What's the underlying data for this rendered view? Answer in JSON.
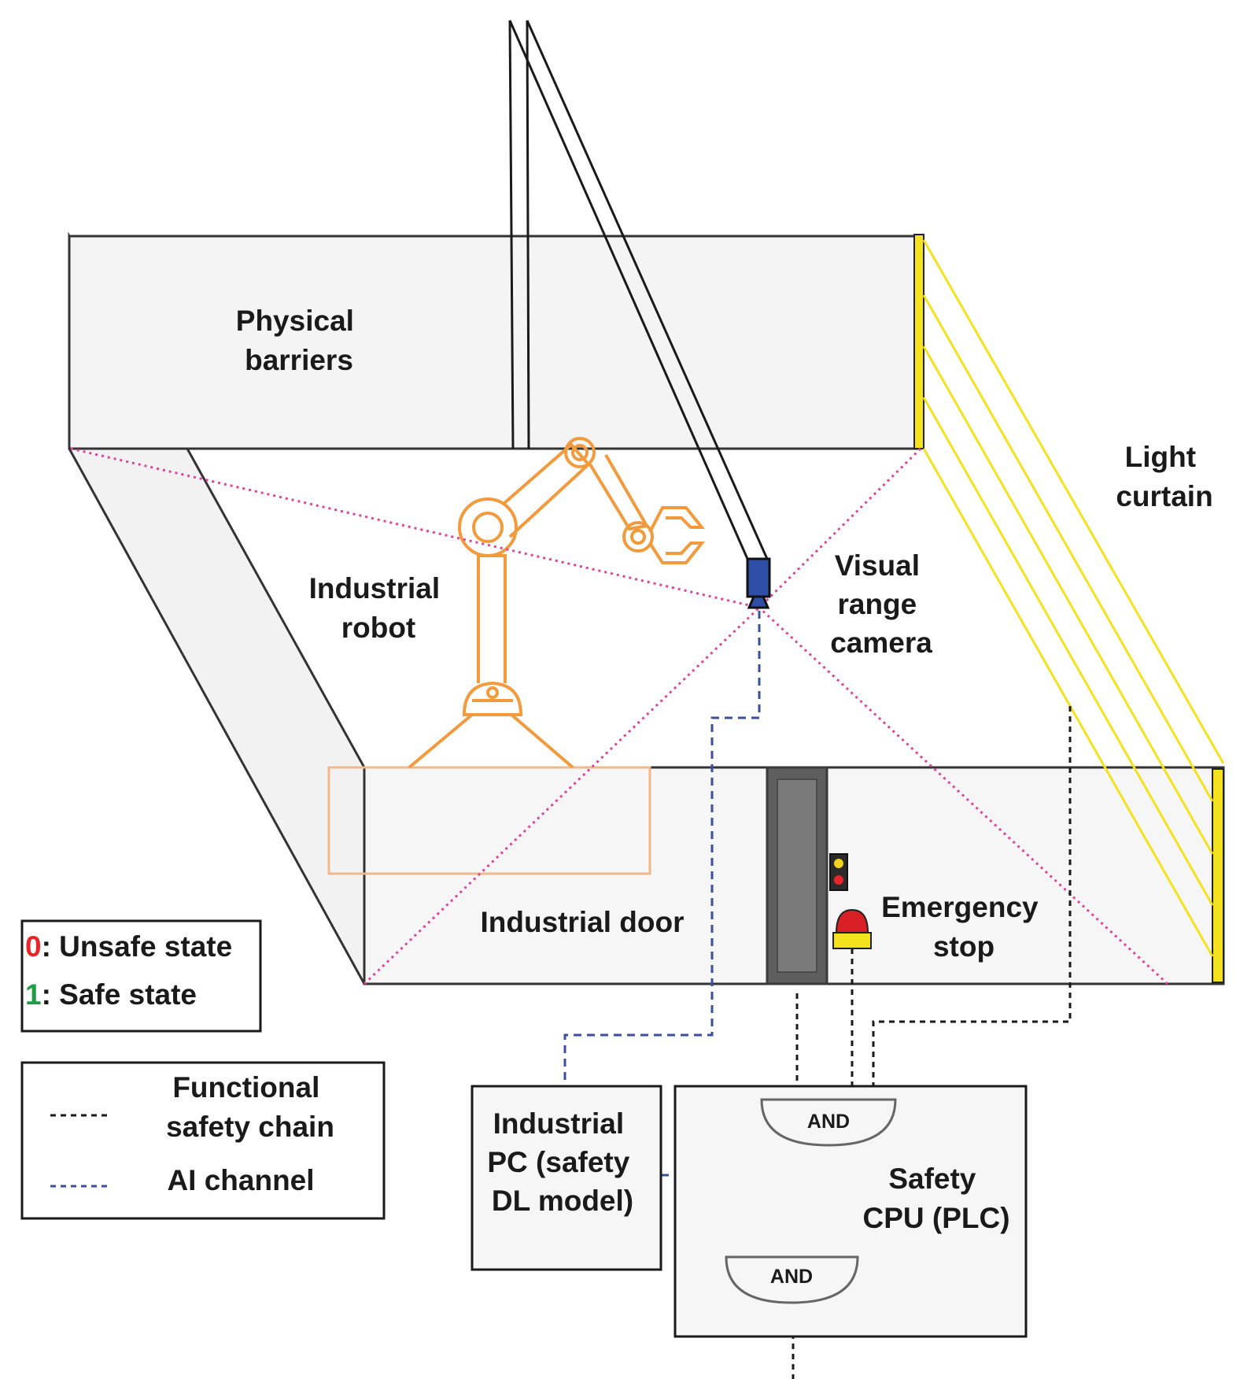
{
  "labels": {
    "physical_barriers": [
      "Physical",
      "barriers"
    ],
    "light_curtain": [
      "Light",
      "curtain"
    ],
    "visual_camera": [
      "Visual",
      "range",
      "camera"
    ],
    "industrial_robot": [
      "Industrial",
      "robot"
    ],
    "industrial_door": "Industrial door",
    "emergency_stop": [
      "Emergency",
      "stop"
    ],
    "industrial_pc": [
      "Industrial",
      "PC (safety",
      "DL model)"
    ],
    "safety_cpu": [
      "Safety",
      "CPU (PLC)"
    ],
    "gate_top": "AND",
    "gate_bottom": "AND"
  },
  "state_legend": {
    "unsafe_digit": "0",
    "unsafe_text": ": Unsafe state",
    "safe_digit": "1",
    "safe_text": ": Safe state"
  },
  "line_legend": {
    "functional": [
      "Functional",
      "safety chain"
    ],
    "ai": "AI channel"
  },
  "colors": {
    "robot": "#f39a3c",
    "light_curtain": "#f5e21e",
    "fov": "#e0439a",
    "ai_channel": "#3b4fa0",
    "safety_chain": "#1a1a1a",
    "camera": "#2f4ea8",
    "unsafe": "#e8262a",
    "safe": "#1f9a45",
    "estop": "#d91f26"
  }
}
